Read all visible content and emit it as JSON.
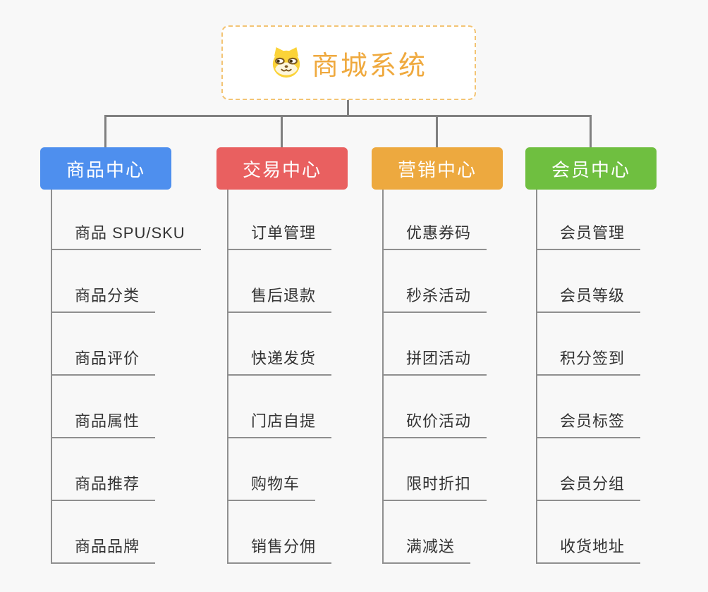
{
  "page": {
    "background_color": "#f8f8f8"
  },
  "root": {
    "title": "商城系统",
    "title_color": "#efa93e",
    "border_color": "#f3c474",
    "icon": "shiba-dog-face-icon"
  },
  "connectors": {
    "tree_line_color": "#808080",
    "leaf_line_color": "#8f8f8f"
  },
  "branches": [
    {
      "label": "商品中心",
      "color": "#4e8fee",
      "children": [
        "商品 SPU/SKU",
        "商品分类",
        "商品评价",
        "商品属性",
        "商品推荐",
        "商品品牌"
      ]
    },
    {
      "label": "交易中心",
      "color": "#e96060",
      "children": [
        "订单管理",
        "售后退款",
        "快递发货",
        "门店自提",
        "购物车",
        "销售分佣"
      ]
    },
    {
      "label": "营销中心",
      "color": "#eda93f",
      "children": [
        "优惠券码",
        "秒杀活动",
        "拼团活动",
        "砍价活动",
        "限时折扣",
        "满减送"
      ]
    },
    {
      "label": "会员中心",
      "color": "#6fbf40",
      "children": [
        "会员管理",
        "会员等级",
        "积分签到",
        "会员标签",
        "会员分组",
        "收货地址"
      ]
    }
  ]
}
